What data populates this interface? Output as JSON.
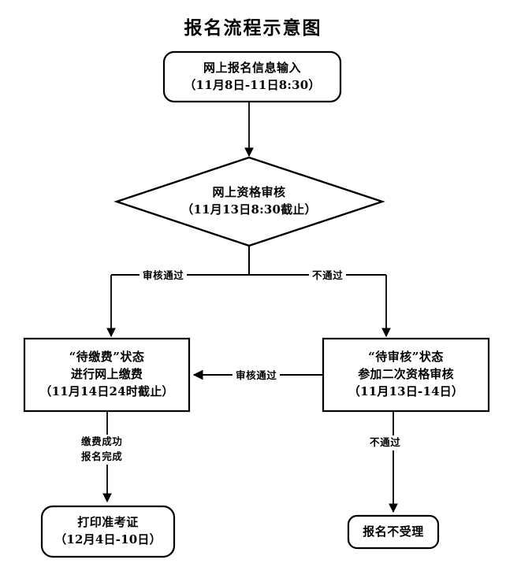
{
  "title": "报名流程示意图",
  "nodes": {
    "start": {
      "shape": "rounded-rect",
      "lines": [
        "网上报名信息输入",
        "（11月8日-11日8:30）"
      ]
    },
    "review": {
      "shape": "diamond",
      "lines": [
        "网上资格审核",
        "（11月13日8:30截止）"
      ]
    },
    "pending_payment": {
      "shape": "rect",
      "lines": [
        "“待缴费”状态",
        "进行网上缴费",
        "（11月14日24时截止）"
      ]
    },
    "pending_review": {
      "shape": "rect",
      "lines": [
        "“待审核”状态",
        "参加二次资格审核",
        "（11月13日-14日）"
      ]
    },
    "print_ticket": {
      "shape": "rounded-rect",
      "lines": [
        "打印准考证",
        "（12月4日-10日）"
      ]
    },
    "rejected": {
      "shape": "rounded-rect",
      "lines": [
        "报名不受理"
      ]
    }
  },
  "edges": {
    "review_pass_left": "审核通过",
    "review_fail_right": "不通过",
    "second_review_pass": "审核通过",
    "second_review_fail": "不通过",
    "payment_success": [
      "缴费成功",
      "报名完成"
    ]
  },
  "colors": {
    "stroke": "#000000",
    "background": "#ffffff",
    "text": "#000000"
  }
}
